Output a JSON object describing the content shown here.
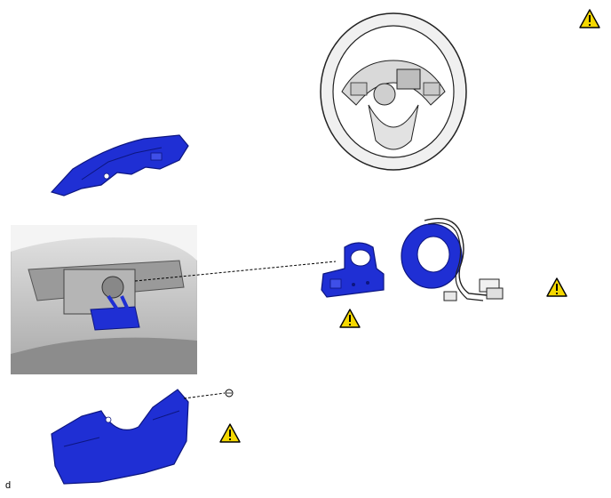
{
  "corner_label": "d",
  "colors": {
    "part_blue": "#1f2fd4",
    "part_blue_dark": "#0d1680",
    "warning_yellow": "#f5d800",
    "warning_outline": "#000000",
    "wheel_grey": "#e6e6e6",
    "photo_grey": "#d2d2d2"
  },
  "icons": [
    "warning-triangle-icon",
    "steering-wheel",
    "upper-column-cover",
    "column-photo",
    "steering-sensor",
    "spiral-cable",
    "lower-column-cover",
    "screw"
  ]
}
